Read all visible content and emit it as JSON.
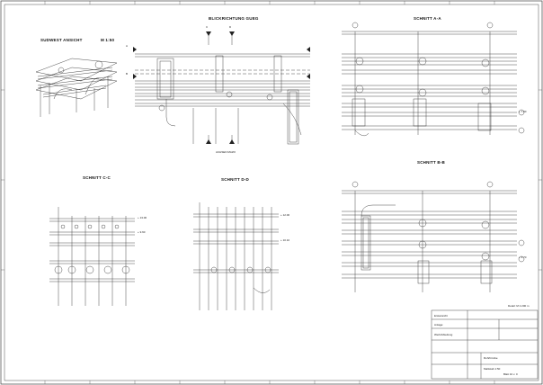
{
  "drawing": {
    "view_titles": {
      "top": "BLICKRICHTUNG GUEG",
      "iso": "SUDWEST ANSICHT",
      "iso_scale": "M 1:50",
      "section_aa": "SCHNITT A-A",
      "section_bb": "SCHNITT B-B",
      "section_cc": "SCHNITT C-C",
      "section_dd": "SCHNITT D-D"
    },
    "section_markers": [
      "A",
      "B",
      "C",
      "D"
    ],
    "axis_note": "ACHSEN MAZO",
    "note_scale": "Detail: M 1:200 m",
    "elevations": [
      "+ 13.00",
      "+ 9.60",
      "+ 12.00",
      "+ 10.10",
      "+ 7.00",
      "+ 3.70"
    ],
    "title_block": {
      "rows": [
        "Erstansicht",
        "Anlage:",
        "Werk/Abteilung",
        "Rohrbrücke",
        "Maßstab 1:50"
      ],
      "sheet": "Blatt 10 v. 0"
    }
  }
}
